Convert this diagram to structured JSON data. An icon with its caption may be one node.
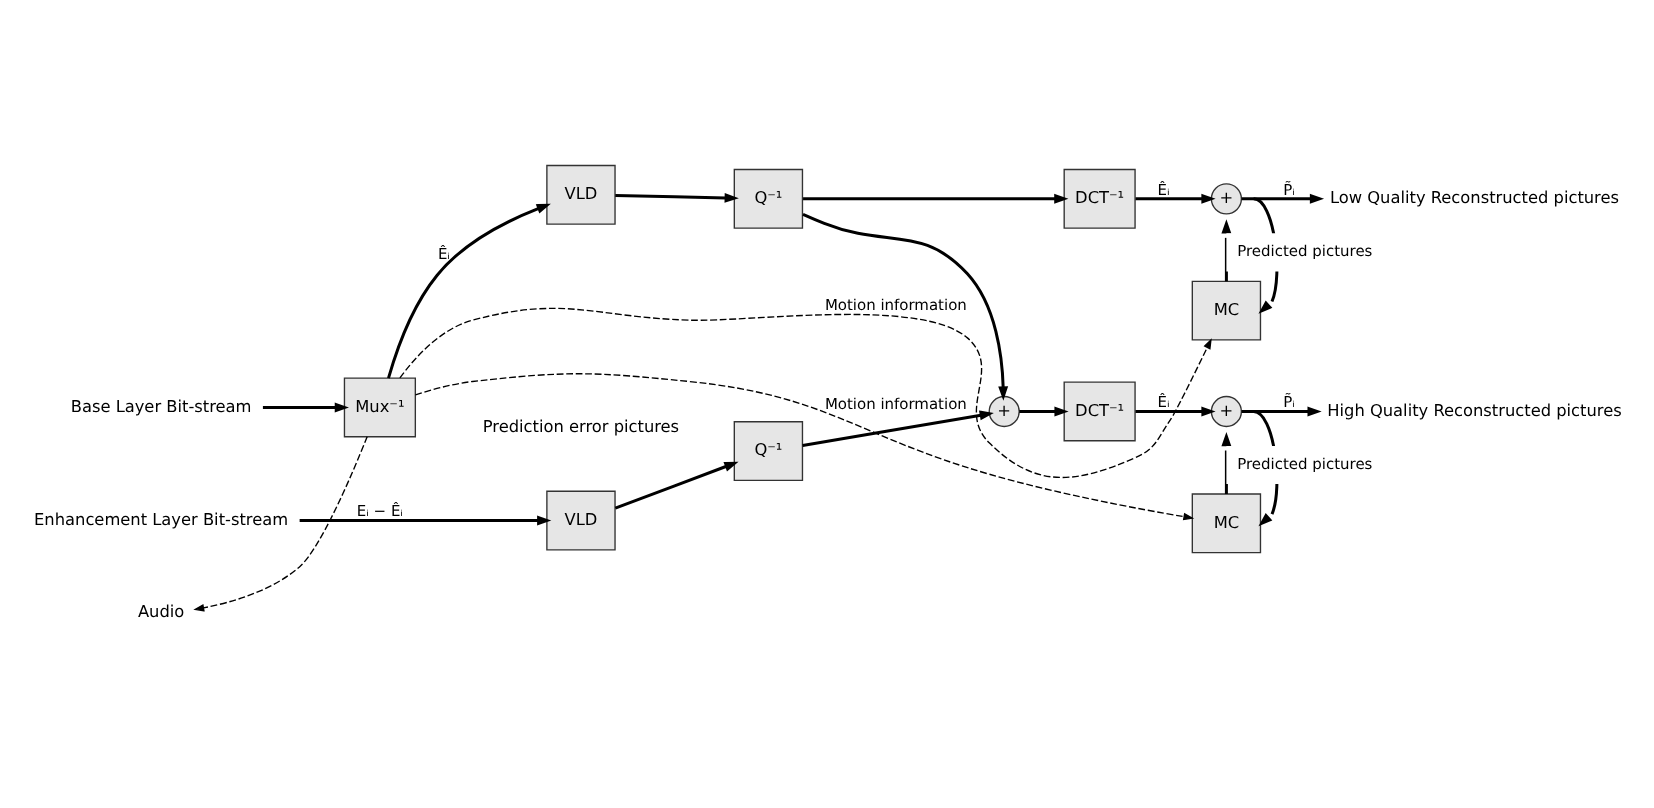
{
  "diagram": {
    "nodes": [
      {
        "text": [
          "Base Layer Bit-stream"
        ]
      },
      {
        "text": [
          "Mux⁻¹"
        ]
      },
      {
        "text": [
          "VLD"
        ]
      },
      {
        "text": [
          "Q⁻¹"
        ]
      },
      {
        "text": [
          "DCT⁻¹"
        ]
      },
      {
        "text": [
          "+"
        ]
      },
      {
        "text": [
          "Low Quality Reconstructed pictures"
        ]
      },
      {
        "text": [
          "MC"
        ]
      },
      {
        "text": [
          "Audio"
        ]
      },
      {
        "text": [
          "Enhancement Layer Bit-stream"
        ]
      },
      {
        "text": [
          "VLD"
        ]
      },
      {
        "text": [
          "Q⁻¹"
        ]
      },
      {
        "text": [
          "+"
        ]
      },
      {
        "text": [
          "DCT⁻¹"
        ]
      },
      {
        "text": [
          "+"
        ]
      },
      {
        "text": [
          "High Quality Reconstructed pictures"
        ]
      },
      {
        "text": [
          "MC"
        ]
      }
    ],
    "edges": [
      {
        "from": 0,
        "to": 1,
        "arrow": "to"
      },
      {
        "from": 1,
        "to": 8,
        "arrow": "to",
        "style": "dashed"
      },
      {
        "from": 1,
        "to": 2,
        "arrow": "to",
        "label": "Êᵢ"
      },
      {
        "from": 2,
        "to": 3,
        "arrow": "to"
      },
      {
        "from": 3,
        "to": 4,
        "arrow": "to"
      },
      {
        "from": 3,
        "to": 12,
        "arrow": "to"
      },
      {
        "from": 4,
        "to": 5,
        "arrow": "to",
        "label": "Êᵢ"
      },
      {
        "from": 5,
        "to": 6,
        "arrow": "to",
        "label": "P̃ᵢ"
      },
      {
        "from": 5,
        "to": 7,
        "arrow": "to"
      },
      {
        "from": 7,
        "to": 5,
        "arrow": "to",
        "label": "Predicted pictures"
      },
      {
        "from": 1,
        "to": 7,
        "arrow": "to",
        "style": "dashed",
        "label": "Motion information"
      },
      {
        "from": 9,
        "to": 10,
        "arrow": "to",
        "label": "Eᵢ − Êᵢ"
      },
      {
        "from": 10,
        "to": 11,
        "arrow": "to"
      },
      {
        "from": 11,
        "to": 12,
        "arrow": "to"
      },
      {
        "from": 12,
        "to": 13,
        "arrow": "to"
      },
      {
        "from": 13,
        "to": 14,
        "arrow": "to",
        "label": "Êᵢ"
      },
      {
        "from": 14,
        "to": 15,
        "arrow": "to",
        "label": "P̃ᵢ"
      },
      {
        "from": 14,
        "to": 16,
        "arrow": "to"
      },
      {
        "from": 16,
        "to": 14,
        "arrow": "to",
        "label": "Predicted pictures"
      },
      {
        "from": 1,
        "to": 16,
        "arrow": "to",
        "style": "dashed",
        "label": "Motion information"
      }
    ],
    "labels": [
      "Prediction error pictures"
    ]
  }
}
